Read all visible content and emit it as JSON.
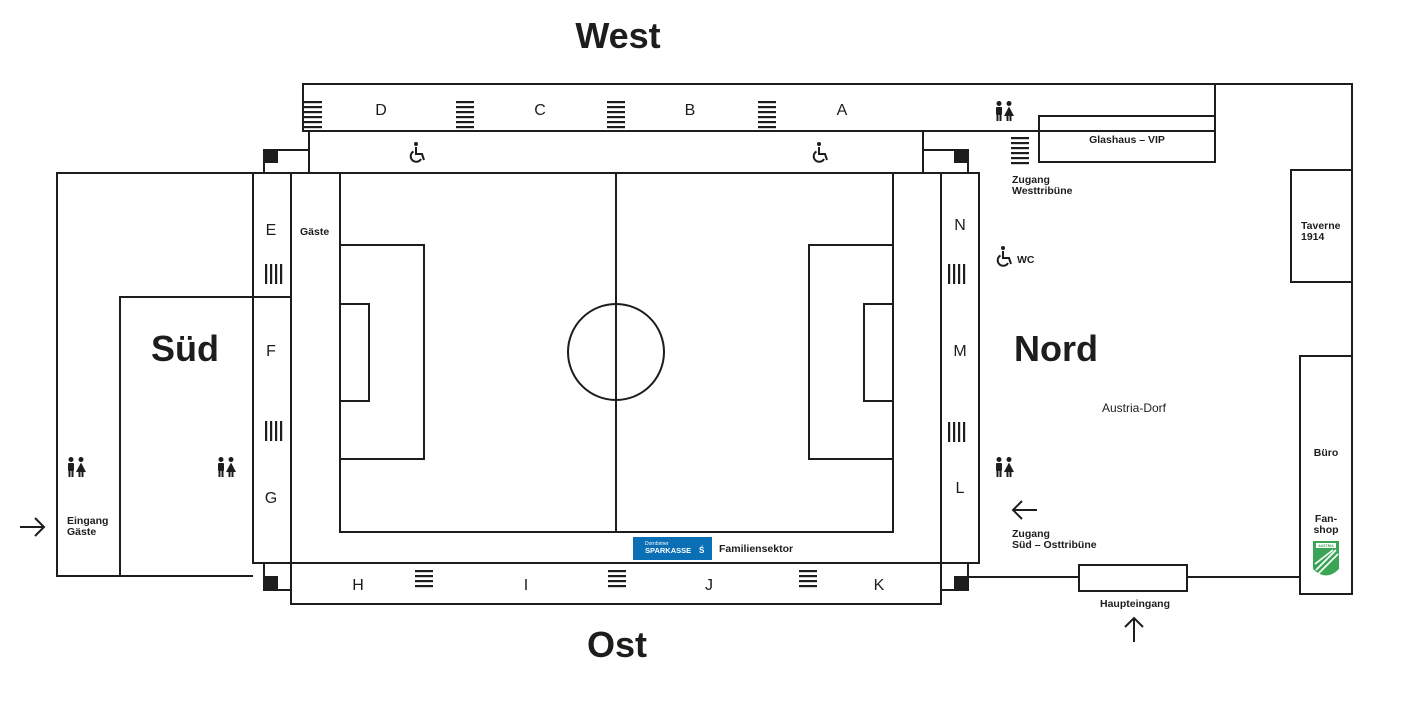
{
  "directions": {
    "west": "West",
    "ost": "Ost",
    "sued": "Süd",
    "nord": "Nord"
  },
  "sections": {
    "a": "A",
    "b": "B",
    "c": "C",
    "d": "D",
    "e": "E",
    "f": "F",
    "g": "G",
    "h": "H",
    "i": "I",
    "j": "J",
    "k": "K",
    "l": "L",
    "m": "M",
    "n": "N"
  },
  "labels": {
    "gaeste": "Gäste",
    "glashaus_vip": "Glashaus – VIP",
    "zugang_west_1": "Zugang",
    "zugang_west_2": "Westtribüne",
    "wc": "WC",
    "taverne_1": "Taverne",
    "taverne_2": "1914",
    "austria_dorf": "Austria-Dorf",
    "buero": "Büro",
    "fanshop_1": "Fan-",
    "fanshop_2": "shop",
    "zugang_suedost_1": "Zugang",
    "zugang_suedost_2": "Süd – Osttribüne",
    "haupteingang": "Haupteingang",
    "eingang_gaeste_1": "Eingang",
    "eingang_gaeste_2": "Gäste",
    "familiensektor": "Familiensektor",
    "sponsor_small": "Dornbirner",
    "sponsor_big": "SPARKASSE",
    "fanshop_logo": "AUSTRIA"
  },
  "colors": {
    "line": "#1d1d1b",
    "sponsor_blue": "#0a6fb5",
    "fanshop_green": "#3aa655"
  }
}
